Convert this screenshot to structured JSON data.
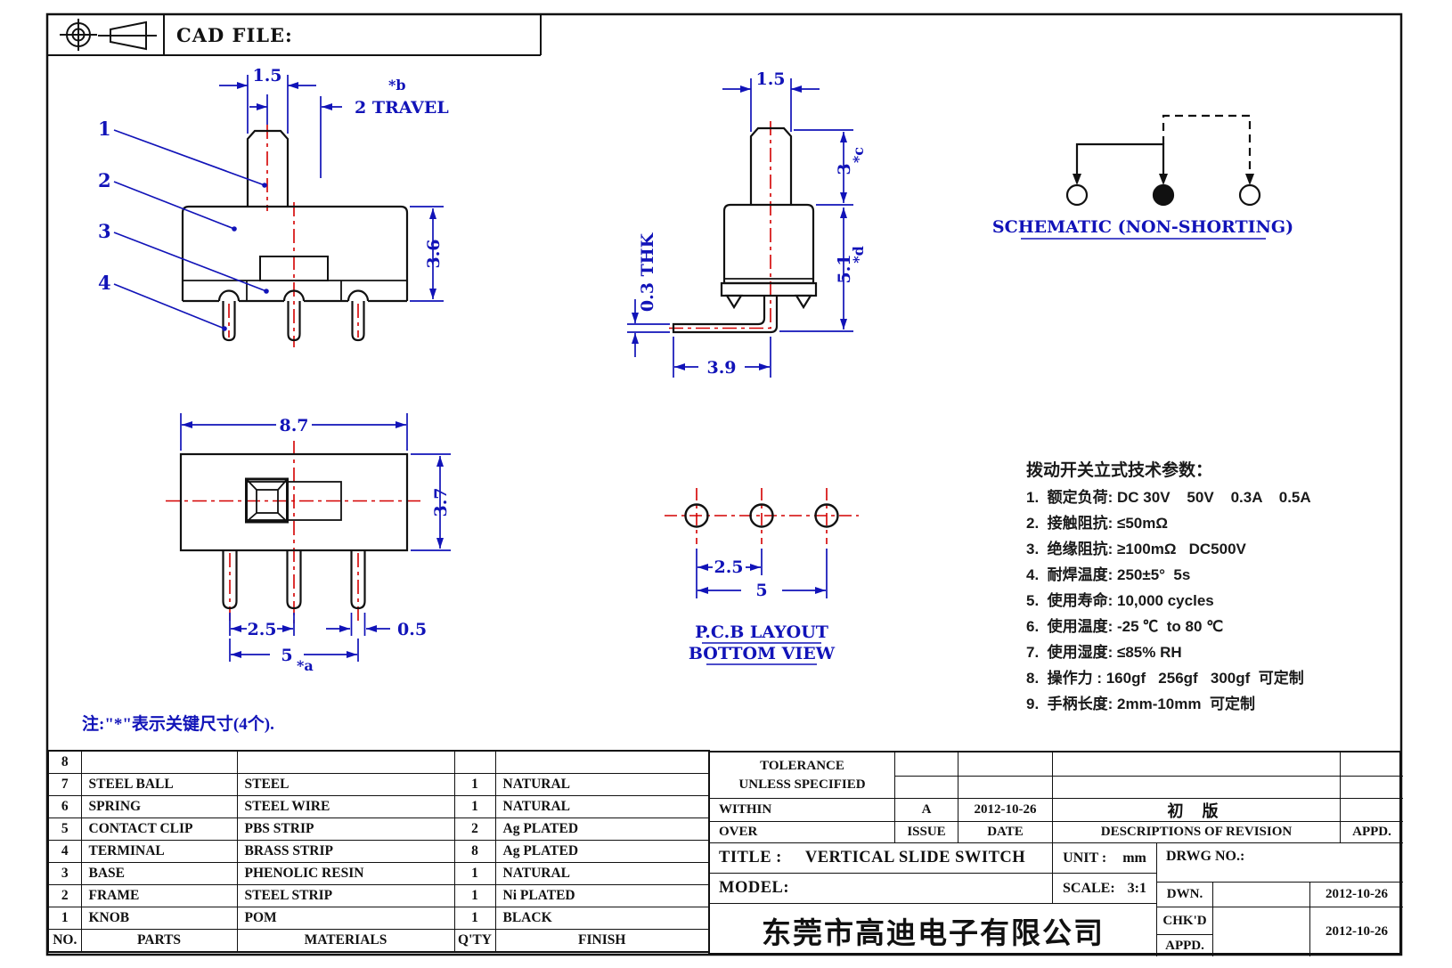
{
  "header": {
    "cad_file_label": "CAD FILE:"
  },
  "views": {
    "front": {
      "dim_knob_width": "1.5",
      "key_b": "*b",
      "travel_label": "2 TRAVEL",
      "dim_height": "3.6",
      "callouts": [
        "1",
        "2",
        "3",
        "4"
      ]
    },
    "side": {
      "dim_top_width": "1.5",
      "dim_stem_height": "3",
      "key_c": "*c",
      "dim_body_height": "5.1",
      "key_d": "*d",
      "dim_thickness": "0.3 THK",
      "dim_terminal_length": "3.9"
    },
    "top": {
      "dim_width": "8.7",
      "dim_depth": "3.7",
      "dim_pin_pitch": "2.5",
      "dim_pin_width": "0.5",
      "dim_pin_span": "5",
      "key_a": "*a"
    },
    "pcb": {
      "dim_pitch": "2.5",
      "dim_span": "5",
      "label_line1": "P.C.B LAYOUT",
      "label_line2": "BOTTOM VIEW"
    },
    "schematic": {
      "label": "SCHEMATIC (NON-SHORTING)"
    }
  },
  "note": "注:\"*\"表示关键尺寸(4个).",
  "specs": {
    "title": "拨动开关立式技术参数：",
    "items": [
      "1.  额定负荷: DC 30V    50V    0.3A    0.5A",
      "2.  接触阻抗: ≤50mΩ",
      "3.  绝缘阻抗: ≥100mΩ   DC500V",
      "4.  耐焊温度: 250±5°  5s",
      "5.  使用寿命: 10,000 cycles",
      "6.  使用温度: -25 ℃  to 80 ℃",
      "7.  使用湿度: ≤85% RH",
      "8.  操作力 : 160gf   256gf   300gf  可定制",
      "9.  手柄长度: 2mm-10mm  可定制"
    ]
  },
  "parts_table": {
    "headers": [
      "NO.",
      "PARTS",
      "MATERIALS",
      "Q'TY",
      "FINISH"
    ],
    "rows": [
      [
        "8",
        "",
        "",
        "",
        ""
      ],
      [
        "7",
        "STEEL BALL",
        "STEEL",
        "1",
        "NATURAL"
      ],
      [
        "6",
        "SPRING",
        "STEEL WIRE",
        "1",
        "NATURAL"
      ],
      [
        "5",
        "CONTACT CLIP",
        "PBS STRIP",
        "2",
        "Ag PLATED"
      ],
      [
        "4",
        "TERMINAL",
        "BRASS STRIP",
        "8",
        "Ag PLATED"
      ],
      [
        "3",
        "BASE",
        "PHENOLIC RESIN",
        "1",
        "NATURAL"
      ],
      [
        "2",
        "FRAME",
        "STEEL STRIP",
        "1",
        "Ni PLATED"
      ],
      [
        "1",
        "KNOB",
        "POM",
        "1",
        "BLACK"
      ]
    ]
  },
  "title_block": {
    "tolerance_line1": "TOLERANCE",
    "tolerance_line2": "UNLESS  SPECIFIED",
    "within_label": "WITHIN",
    "over_label": "OVER",
    "issue_value": "A",
    "issue_date": "2012-10-26",
    "revision_desc": "初 版",
    "issue_label": "ISSUE",
    "date_label": "DATE",
    "desc_label": "DESCRIPTIONS OF REVISION",
    "appd_label": "APPD.",
    "title_label": "TITLE :",
    "title_value": "VERTICAL SLIDE SWITCH",
    "unit_label": "UNIT :",
    "unit_value": "mm",
    "drwg_label": "DRWG NO.:",
    "model_label": "MODEL:",
    "scale_label": "SCALE:",
    "scale_value": "3:1",
    "dwn_label": "DWN.",
    "dwn_date": "2012-10-26",
    "chkd_label": "CHK'D",
    "appd2_label": "APPD.",
    "chkd_date": "2012-10-26",
    "company": "东莞市高迪电子有限公司"
  }
}
